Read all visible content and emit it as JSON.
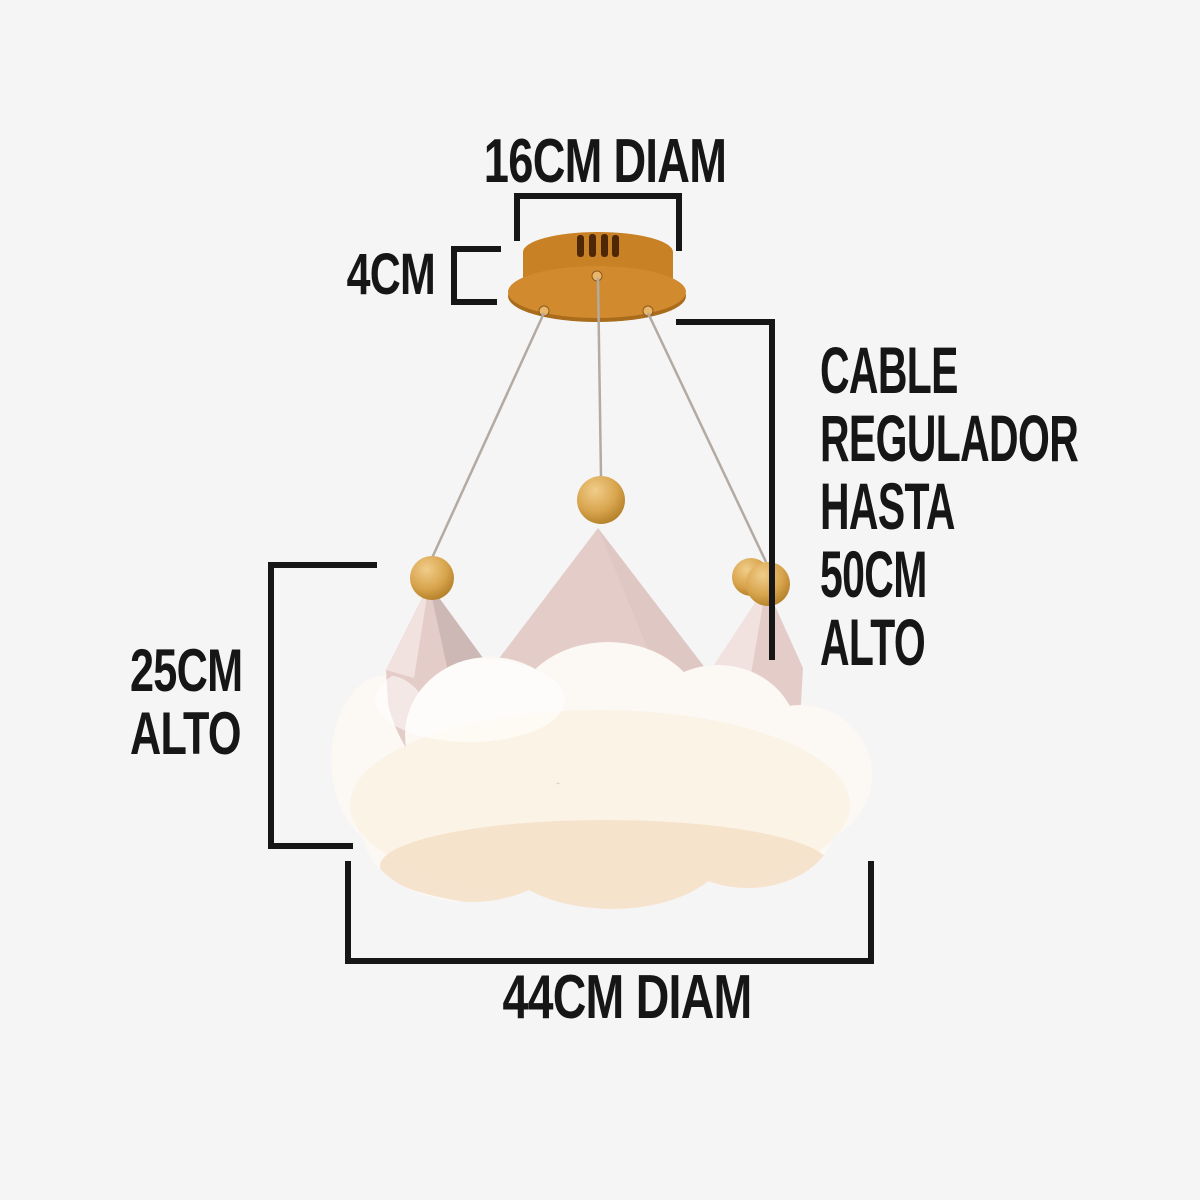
{
  "background": "#f5f5f6",
  "annotation": {
    "color": "#161616",
    "top_diameter": "16CM DIAM",
    "canopy_height": "4CM",
    "cable_note": [
      "CABLE",
      "REGULADOR",
      "HASTA",
      "50CM",
      "ALTO"
    ],
    "shade_height": [
      "25CM",
      "ALTO"
    ],
    "bottom_diameter": "44CM DIAM"
  },
  "lamp": {
    "colors": {
      "canopy": "#c98125",
      "canopy_plate": "#d18a2e",
      "canopy_rim": "#a96c1c",
      "canopy_slot": "#4d2706",
      "canopy_screw": "#e9b66c",
      "gold_light": "#f0cd8a",
      "gold": "#d9a54e",
      "gold_dark": "#aa7820",
      "crown": "#e4ccc8",
      "crown_light": "#f2e2df",
      "crown_dark": "#cdb8b5",
      "cloud": "#fcf8f4",
      "cloud_warm": "#fbeedd",
      "cloud_shadow": "#f5dfc6",
      "cable": "#b3aaa2"
    }
  }
}
